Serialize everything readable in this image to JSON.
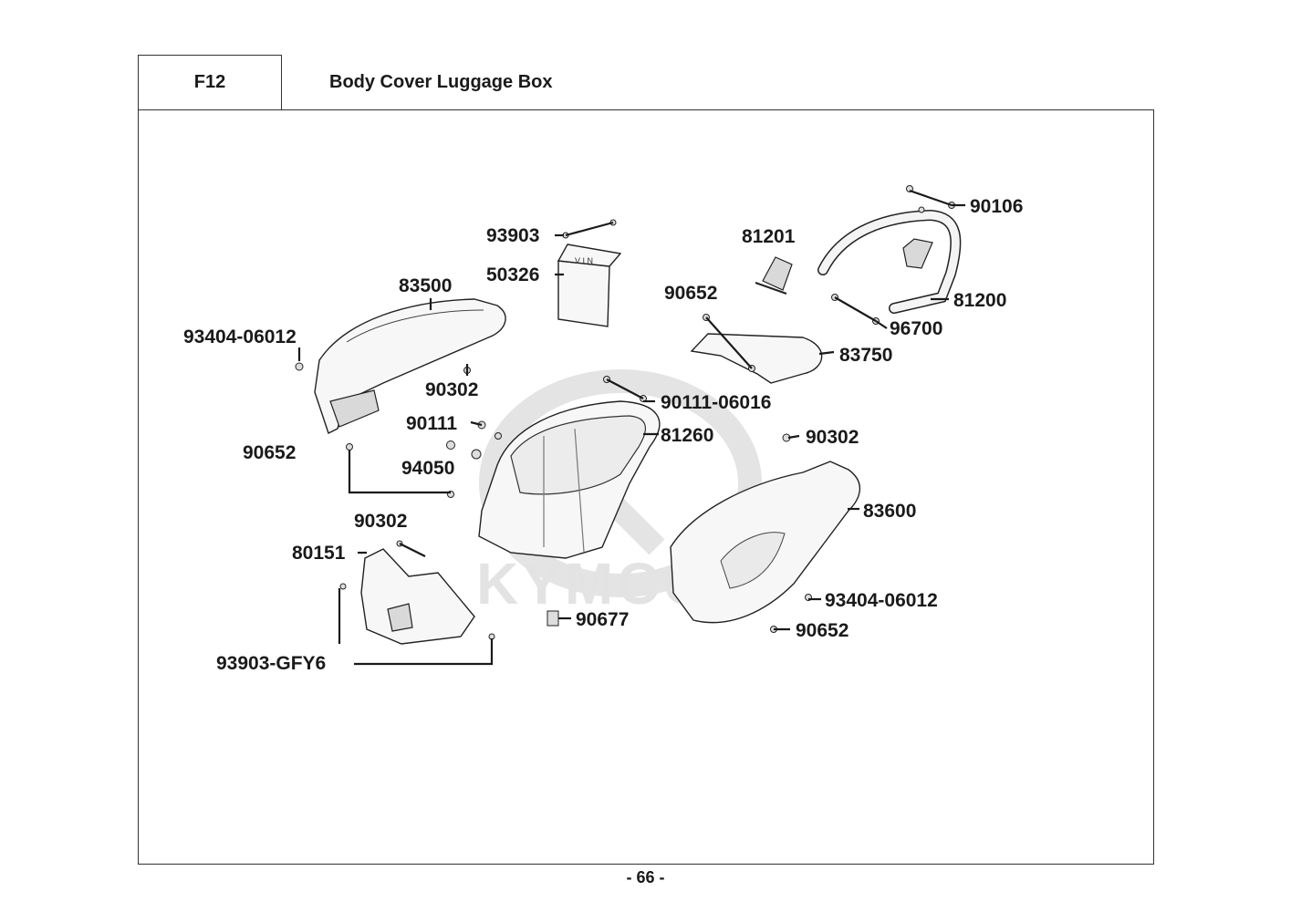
{
  "header": {
    "section_code": "F12",
    "title": "Body Cover  Luggage Box"
  },
  "watermark": {
    "text": "KYMCO"
  },
  "labels": {
    "p90106": "90106",
    "p93903": "93903",
    "p81201": "81201",
    "p50326": "50326",
    "p90652_top": "90652",
    "p81200": "81200",
    "p83500": "83500",
    "p96700": "96700",
    "p93404_left": "93404-06012",
    "p83750": "83750",
    "p90302_mid": "90302",
    "p90111_06016": "90111-06016",
    "p90111": "90111",
    "p81260": "81260",
    "p90302_right": "90302",
    "p90652_left": "90652",
    "p94050": "94050",
    "p83600": "83600",
    "p90302_low": "90302",
    "p80151": "80151",
    "p93404_right": "93404-06012",
    "p90677": "90677",
    "p90652_bottom": "90652",
    "p93903_gfy6": "93903-GFY6"
  },
  "vin_plate_text": "V I N",
  "page_number": "- 66 -"
}
